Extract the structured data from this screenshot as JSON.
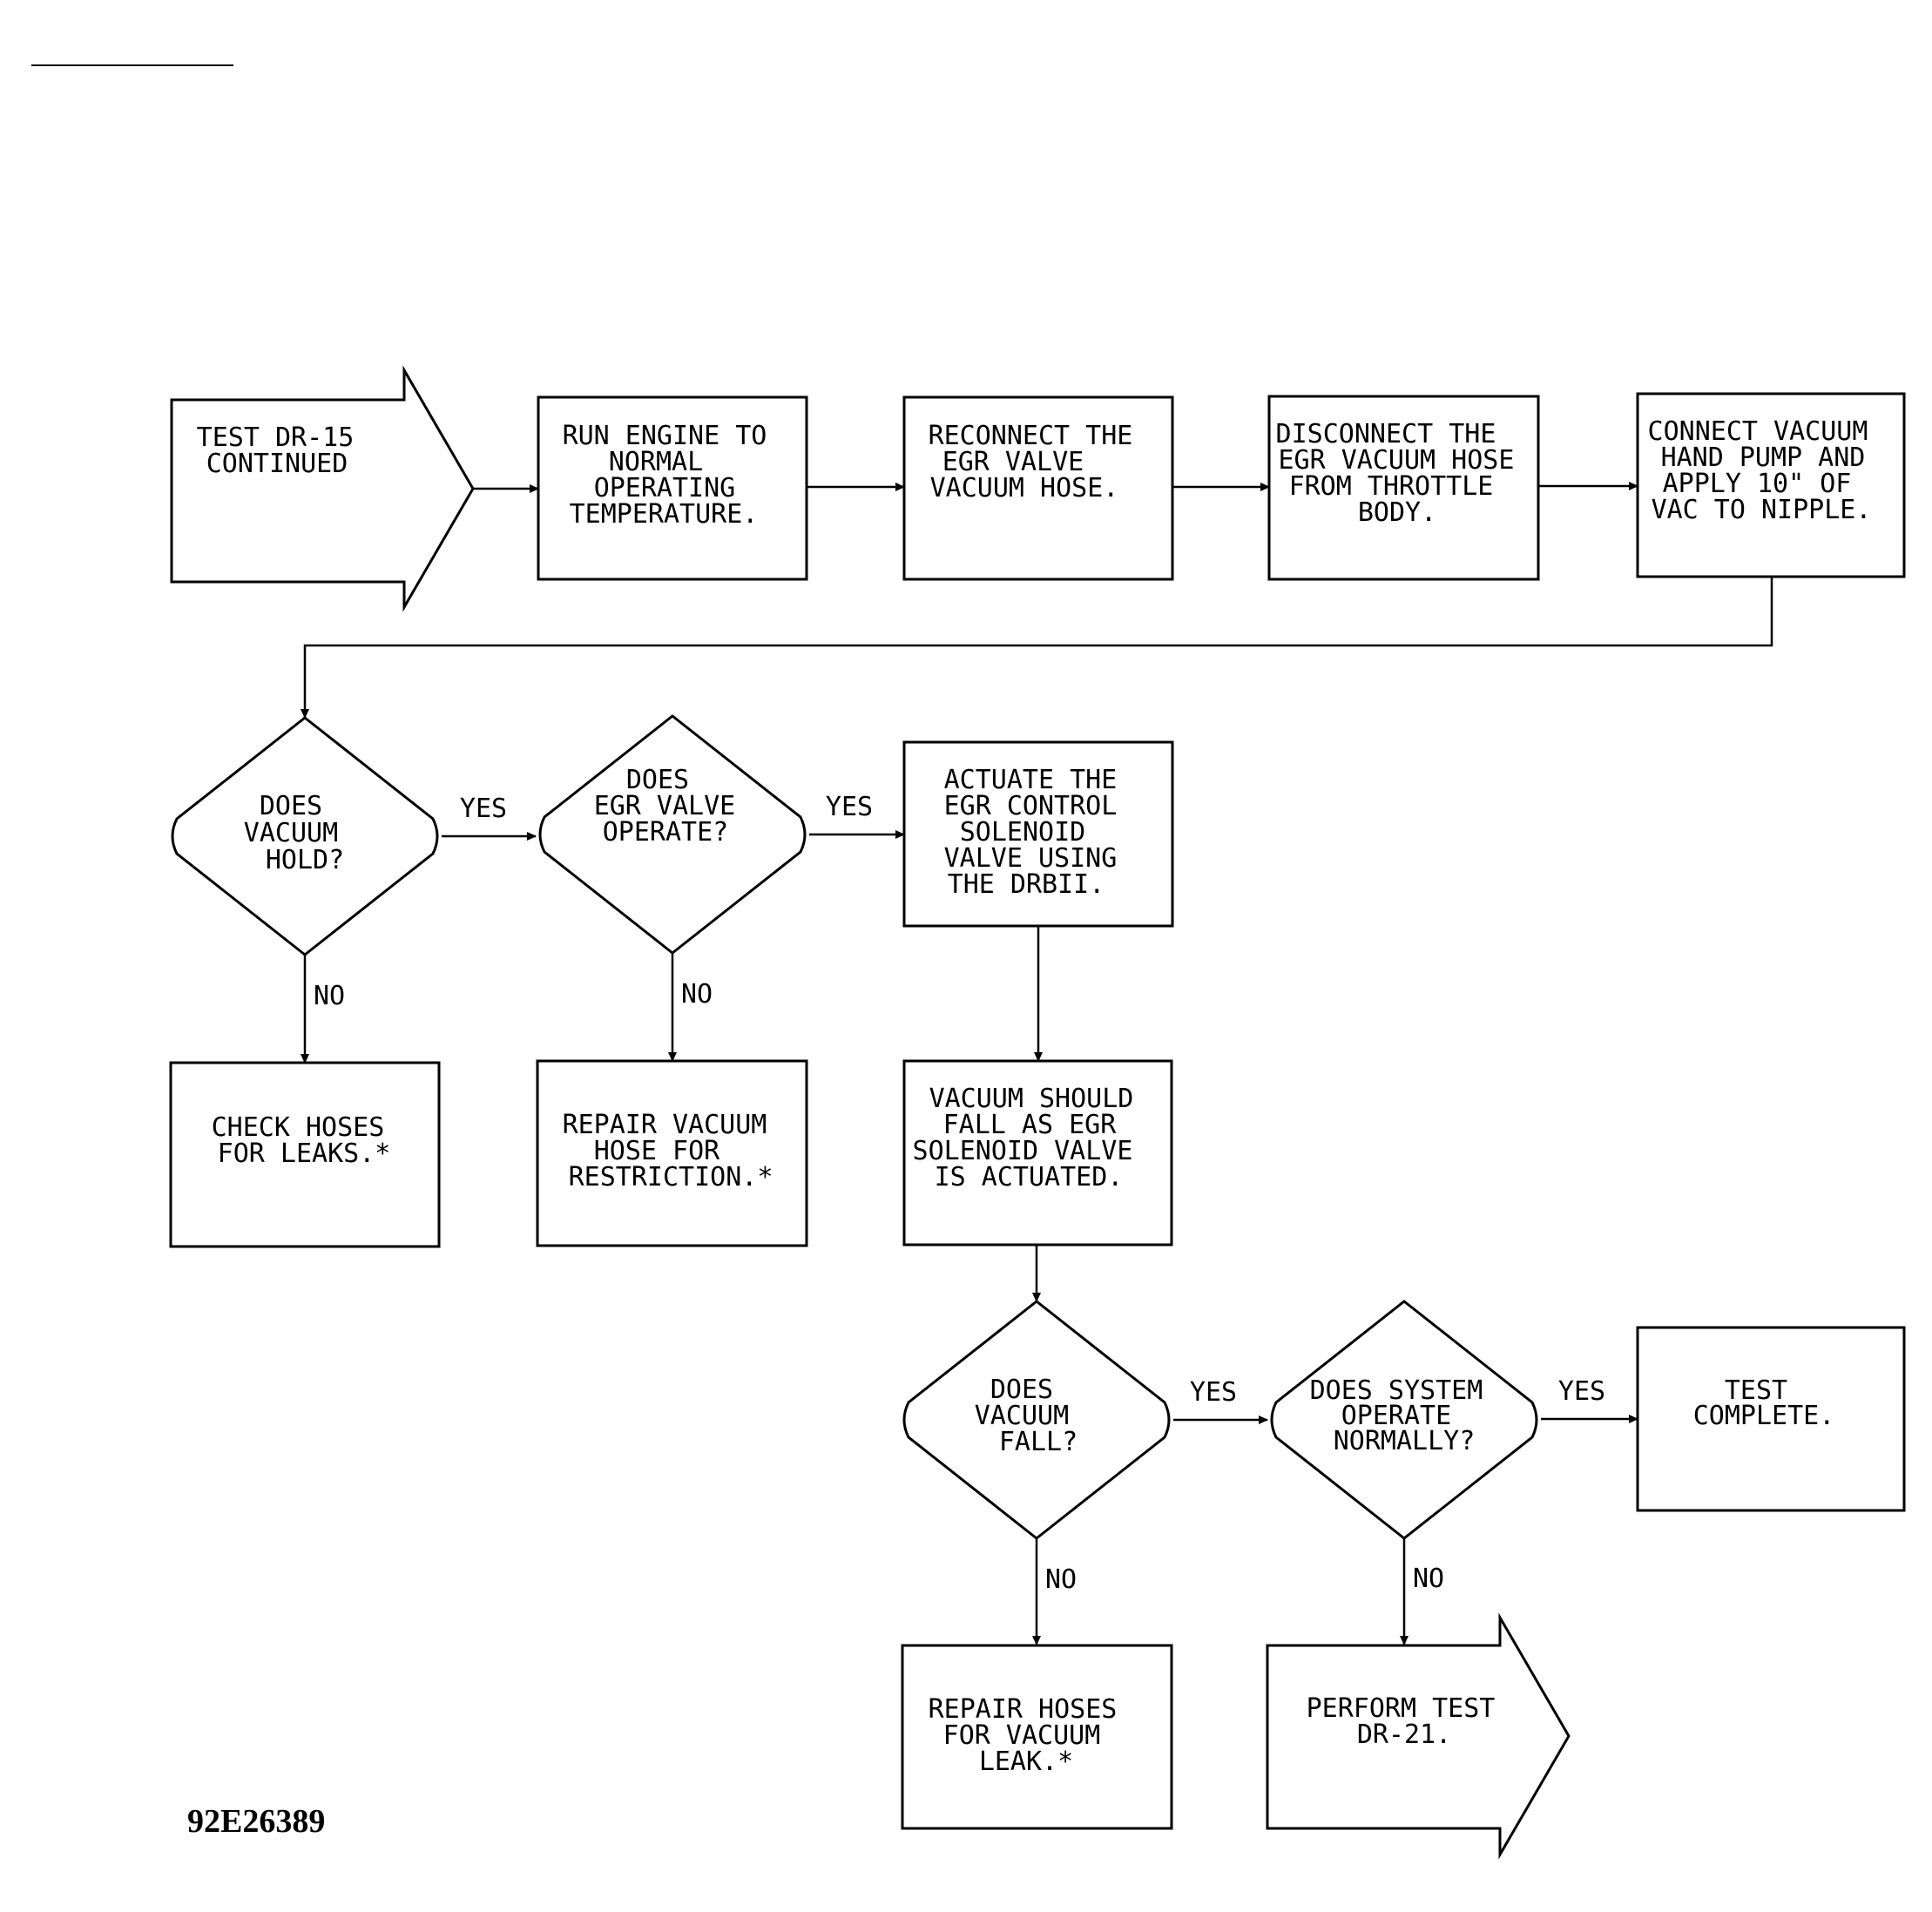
{
  "figure_id": "92E26389",
  "nodes": {
    "start": {
      "lines": [
        "TEST DR-15",
        "CONTINUED"
      ]
    },
    "run_engine": {
      "lines": [
        "RUN ENGINE TO",
        "NORMAL",
        "OPERATING",
        "TEMPERATURE."
      ]
    },
    "reconnect": {
      "lines": [
        "RECONNECT THE",
        "EGR VALVE",
        "VACUUM HOSE."
      ]
    },
    "disconnect": {
      "lines": [
        "DISCONNECT THE",
        "EGR VACUUM HOSE",
        "FROM THROTTLE",
        "BODY."
      ]
    },
    "connect": {
      "lines": [
        "CONNECT VACUUM",
        "HAND PUMP AND",
        "APPLY 10\" OF",
        "VAC TO NIPPLE."
      ]
    },
    "q_hold": {
      "lines": [
        "DOES",
        "VACUUM",
        "HOLD?"
      ]
    },
    "q_egr": {
      "lines": [
        "DOES",
        "EGR VALVE",
        "OPERATE?"
      ]
    },
    "actuate": {
      "lines": [
        "ACTUATE THE",
        "EGR CONTROL",
        "SOLENOID",
        "VALVE USING",
        "THE DRBII."
      ]
    },
    "check_hoses": {
      "lines": [
        "CHECK HOSES",
        "FOR LEAKS.*"
      ]
    },
    "repair_hose": {
      "lines": [
        "REPAIR VACUUM",
        "HOSE FOR",
        "RESTRICTION.*"
      ]
    },
    "should_fall": {
      "lines": [
        "VACUUM SHOULD",
        "FALL AS EGR",
        "SOLENOID VALVE",
        "IS ACTUATED."
      ]
    },
    "q_fall": {
      "lines": [
        "DOES",
        "VACUUM",
        "FALL?"
      ]
    },
    "q_system": {
      "lines": [
        "DOES SYSTEM",
        "OPERATE",
        "NORMALLY?"
      ]
    },
    "complete": {
      "lines": [
        "TEST",
        "COMPLETE."
      ]
    },
    "repair_leak": {
      "lines": [
        "REPAIR HOSES",
        "FOR VACUUM",
        "LEAK.*"
      ]
    },
    "perform": {
      "lines": [
        "PERFORM TEST",
        "DR-21."
      ]
    }
  },
  "edge_labels": {
    "hold_yes": "YES",
    "hold_no": "NO",
    "egr_yes": "YES",
    "egr_no": "NO",
    "fall_yes": "YES",
    "fall_no": "NO",
    "system_yes": "YES",
    "system_no": "NO"
  }
}
